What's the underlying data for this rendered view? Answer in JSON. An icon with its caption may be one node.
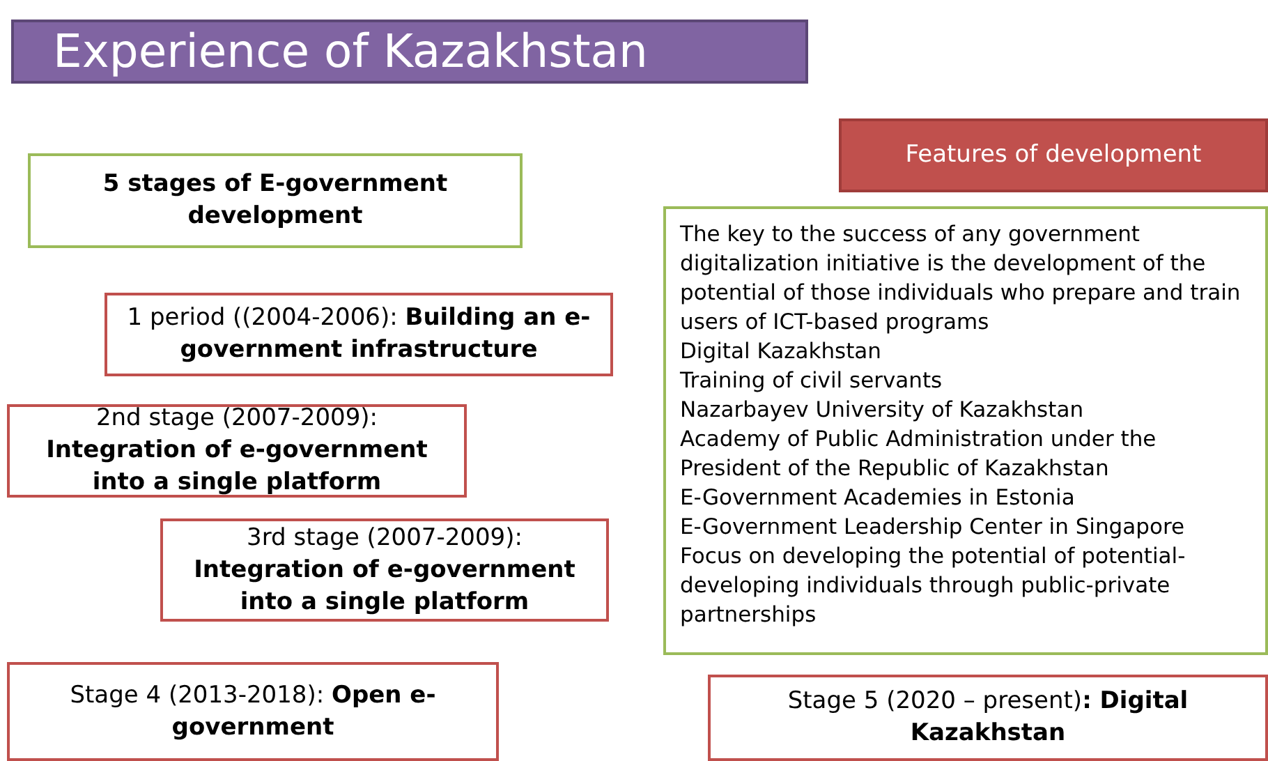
{
  "diagram": {
    "title": "Experience of Kazakhstan",
    "nodes": [
      {
        "text": [
          "5 stages of E-government development"
        ]
      },
      {
        "text": [
          "1 period ((2004-2006): **Building an e-government infrastructure**"
        ]
      },
      {
        "text": [
          "2nd stage (2007-2009): **Integration of e-government into a single platform**"
        ]
      },
      {
        "text": [
          "3rd stage (2007-2009): **Integration of e-government into a single platform**"
        ]
      },
      {
        "text": [
          "Stage 4 (2013-2018): **Open e-government**"
        ]
      },
      {
        "text": [
          "Features of development"
        ]
      },
      {
        "text": [
          "The key to the success of any government digitalization initiative is the development of the potential of those individuals who prepare and train users of ICT-based programs",
          "Digital Kazakhstan",
          "Training of civil servants",
          "Nazarbayev University of Kazakhstan",
          "Academy of Public Administration under the President of the Republic of Kazakhstan",
          "E-Government Academies in Estonia",
          "E-Government Leadership Center in Singapore",
          "Focus on developing the potential of potential-developing individuals through public-private partnerships"
        ]
      },
      {
        "text": [
          "Stage 5 (2020 – present)**: Digital Kazakhstan**"
        ]
      }
    ]
  }
}
